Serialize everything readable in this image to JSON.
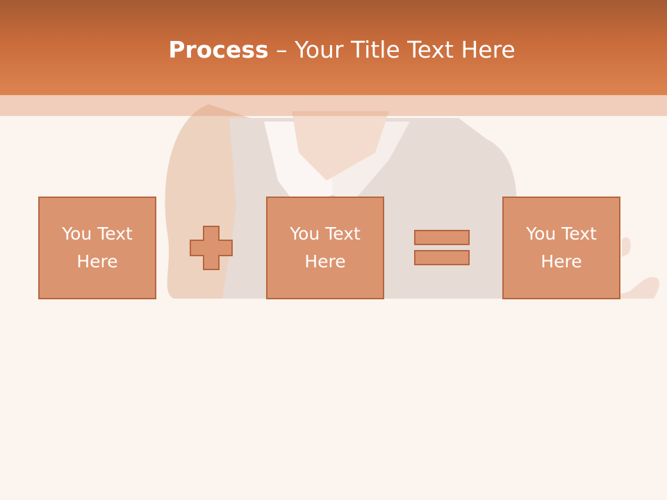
{
  "slide": {
    "title_bold": "Process",
    "title_rest": " – Your Title Text Here",
    "boxes": [
      {
        "text": "You Text Here"
      },
      {
        "text": "You Text Here"
      },
      {
        "text": "You Text Here"
      }
    ],
    "operators": [
      "plus-icon",
      "equals-icon"
    ]
  },
  "colors": {
    "header": "#c96c3c",
    "box_fill": "#db9470",
    "box_border": "#b5653e",
    "background": "#fbf4ef"
  }
}
